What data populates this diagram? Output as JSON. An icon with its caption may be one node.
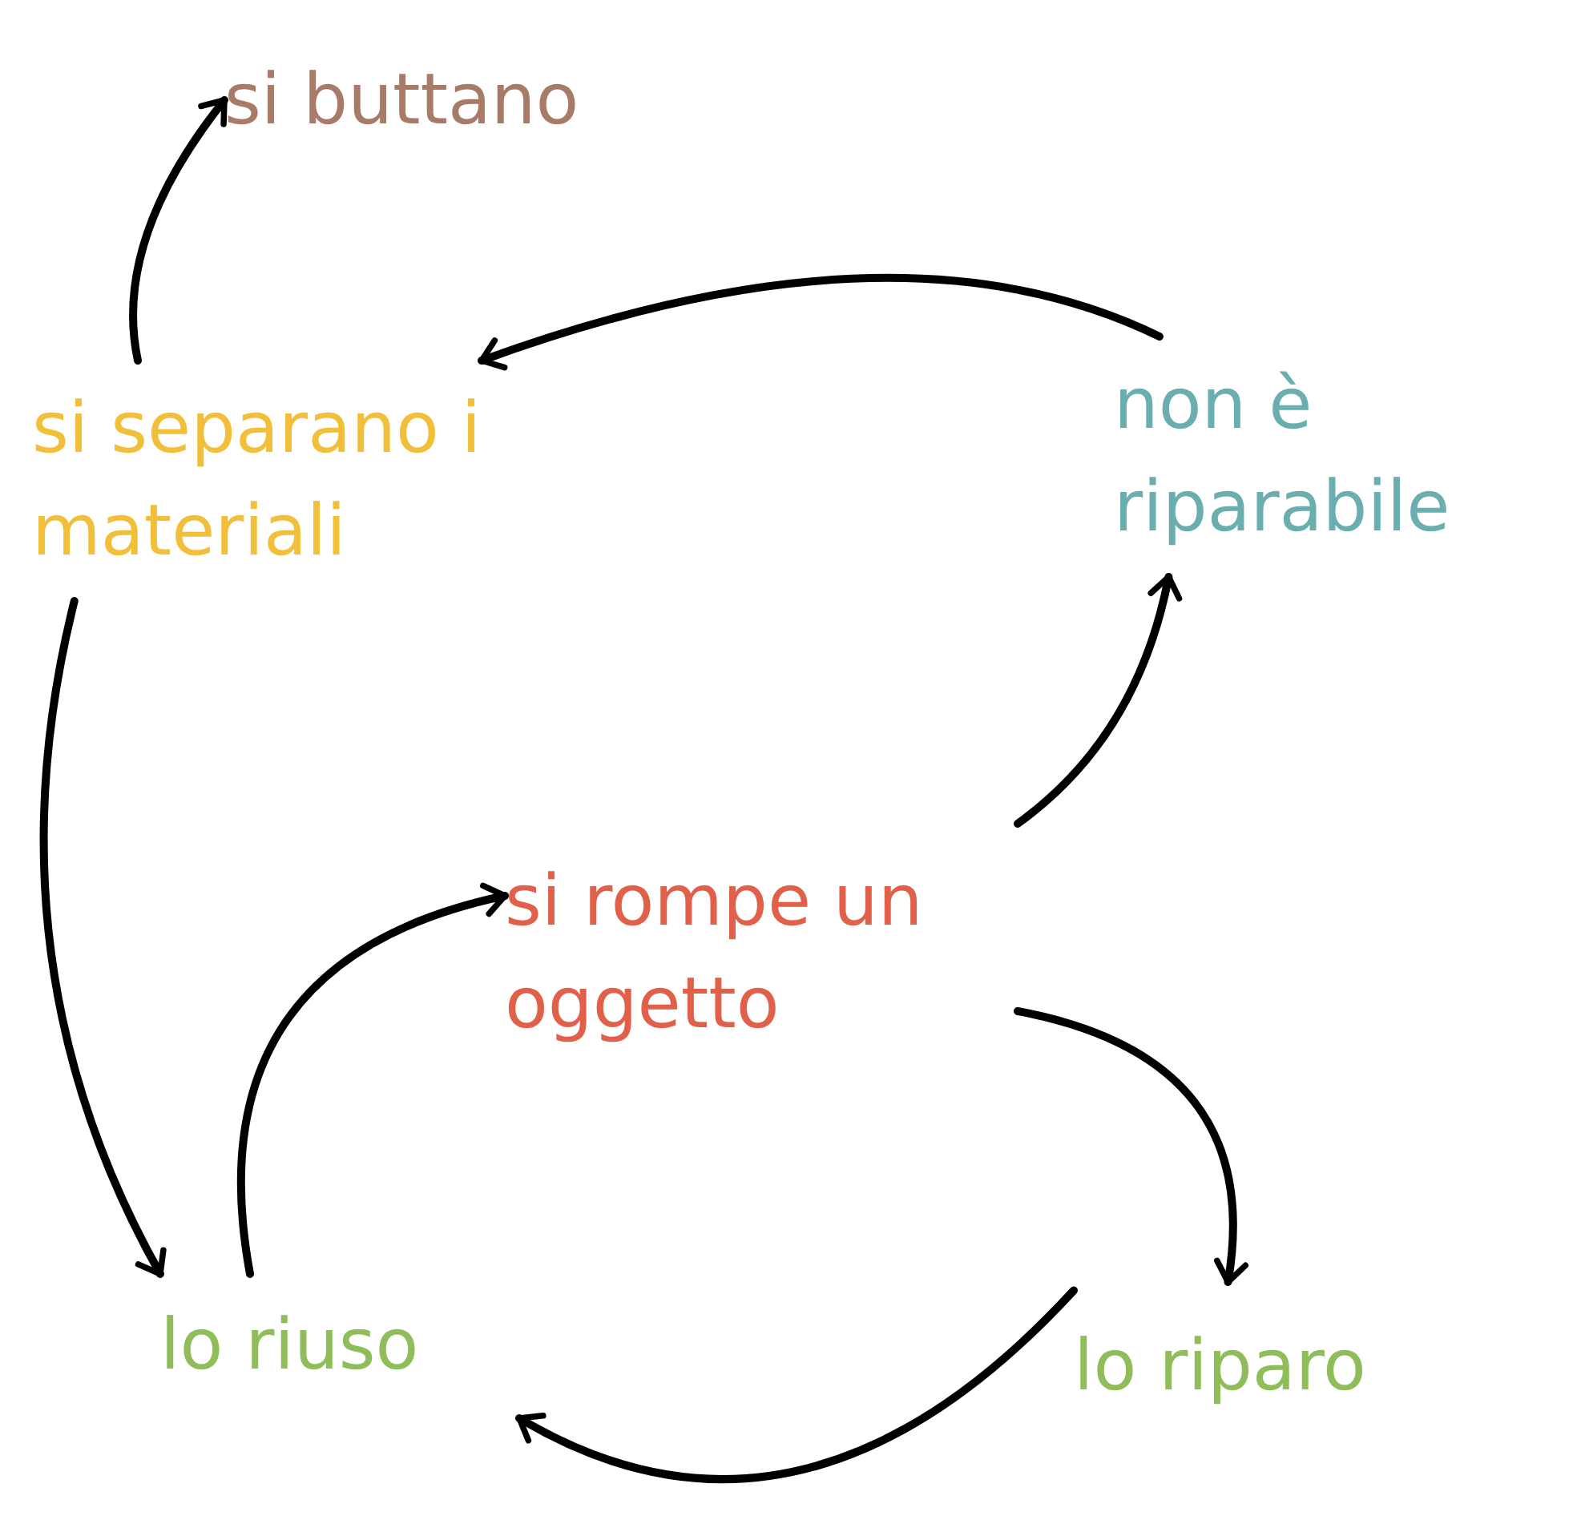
{
  "diagram": {
    "nodes": [
      {
        "text": [
          "si buttano"
        ]
      },
      {
        "text": [
          "si separano i materiali"
        ]
      },
      {
        "text": [
          "non è riparabile"
        ]
      },
      {
        "text": [
          "si rompe un oggetto"
        ]
      },
      {
        "text": [
          "lo riuso"
        ]
      },
      {
        "text": [
          "lo riparo"
        ]
      }
    ],
    "edges": [
      {
        "from": 1,
        "to": 0,
        "arrow": "to"
      },
      {
        "from": 2,
        "to": 1,
        "arrow": "to"
      },
      {
        "from": 3,
        "to": 2,
        "arrow": "to"
      },
      {
        "from": 3,
        "to": 5,
        "arrow": "to"
      },
      {
        "from": 5,
        "to": 4,
        "arrow": "to"
      },
      {
        "from": 4,
        "to": 3,
        "arrow": "to"
      },
      {
        "from": 1,
        "to": 4,
        "arrow": "to"
      }
    ]
  }
}
